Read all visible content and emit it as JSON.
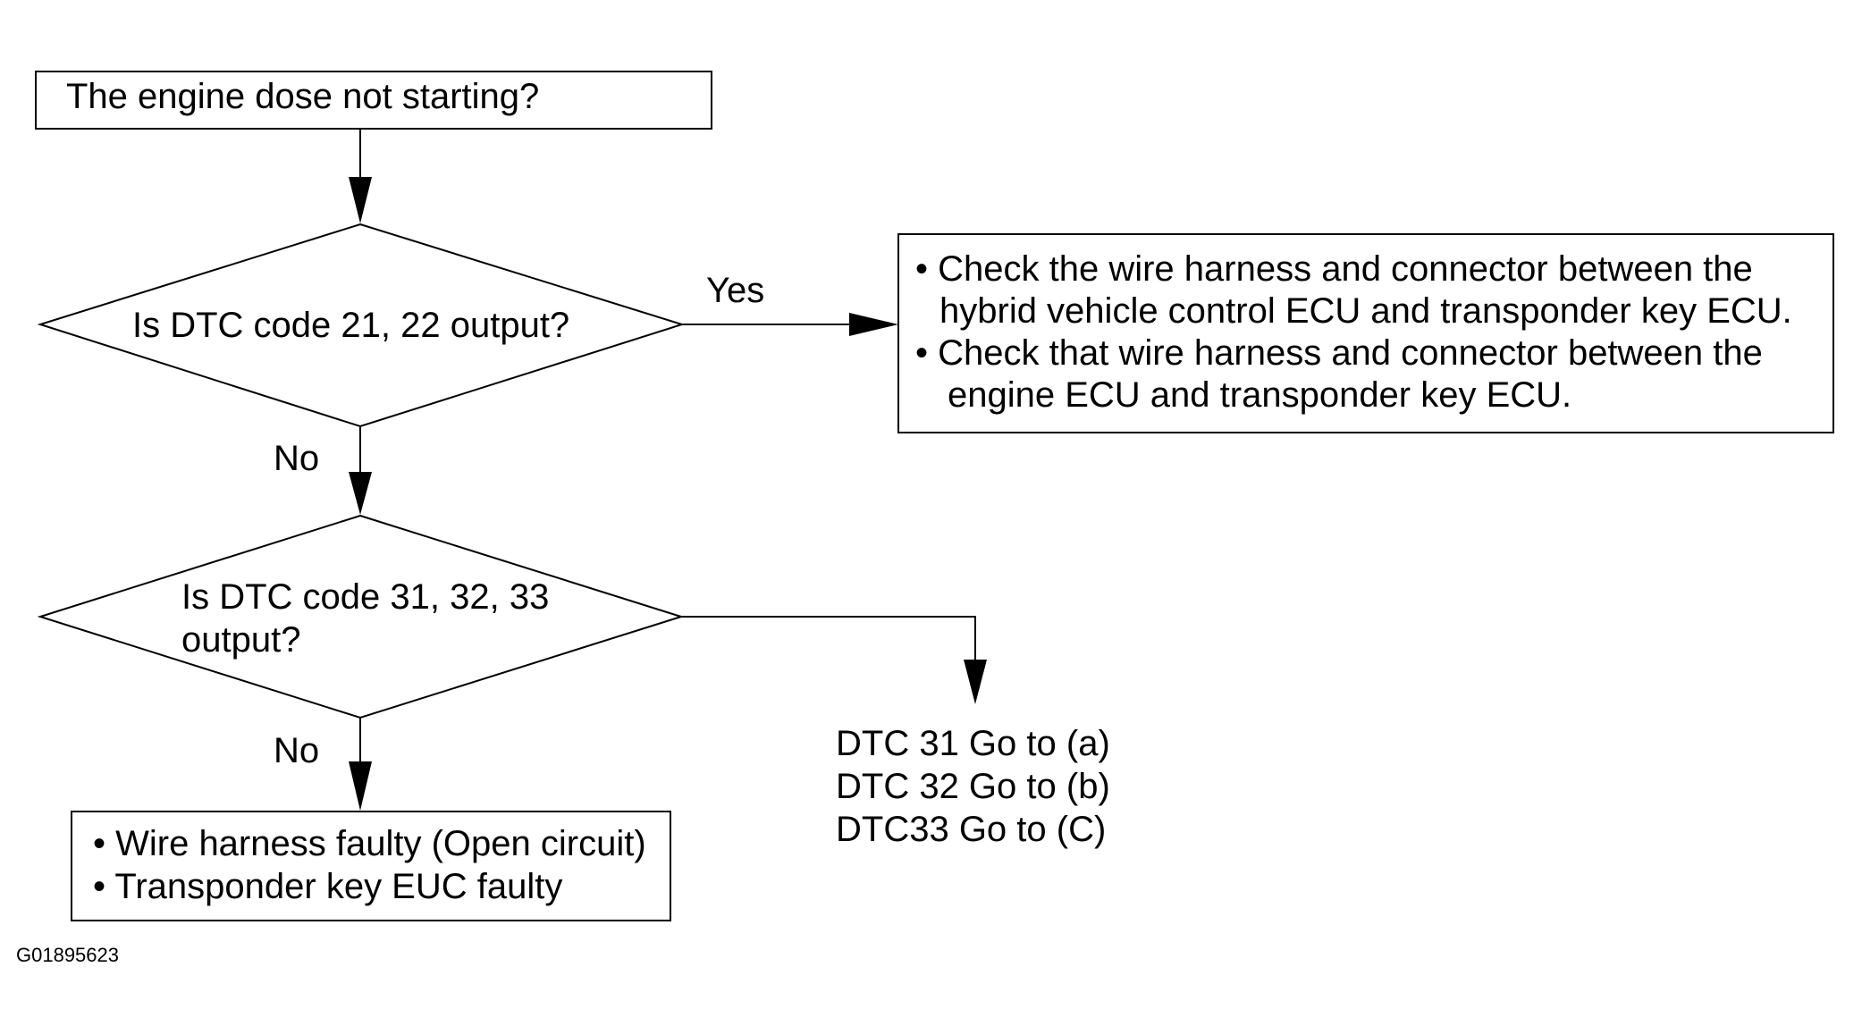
{
  "start": {
    "text": "The engine dose not starting?"
  },
  "decision1": {
    "text": "Is DTC code 21, 22 output?"
  },
  "decision2": {
    "line1": "Is DTC code 31, 32, 33",
    "line2": "output?"
  },
  "labels": {
    "yes": "Yes",
    "no1": "No",
    "no2": "No"
  },
  "check_box": {
    "items": [
      {
        "line1": "• Check the wire harness and connector between the",
        "line2": "hybrid vehicle control ECU and transponder key ECU."
      },
      {
        "line1": "• Check that wire harness and connector between the",
        "line2": "engine ECU and transponder key ECU."
      }
    ]
  },
  "fault_box": {
    "items": [
      "• Wire harness faulty (Open circuit)",
      "• Transponder key EUC faulty"
    ]
  },
  "dtc_list": [
    "DTC 31 Go to (a)",
    "DTC 32 Go to (b)",
    "DTC33 Go to (C)"
  ],
  "figure_code": "G01895623"
}
